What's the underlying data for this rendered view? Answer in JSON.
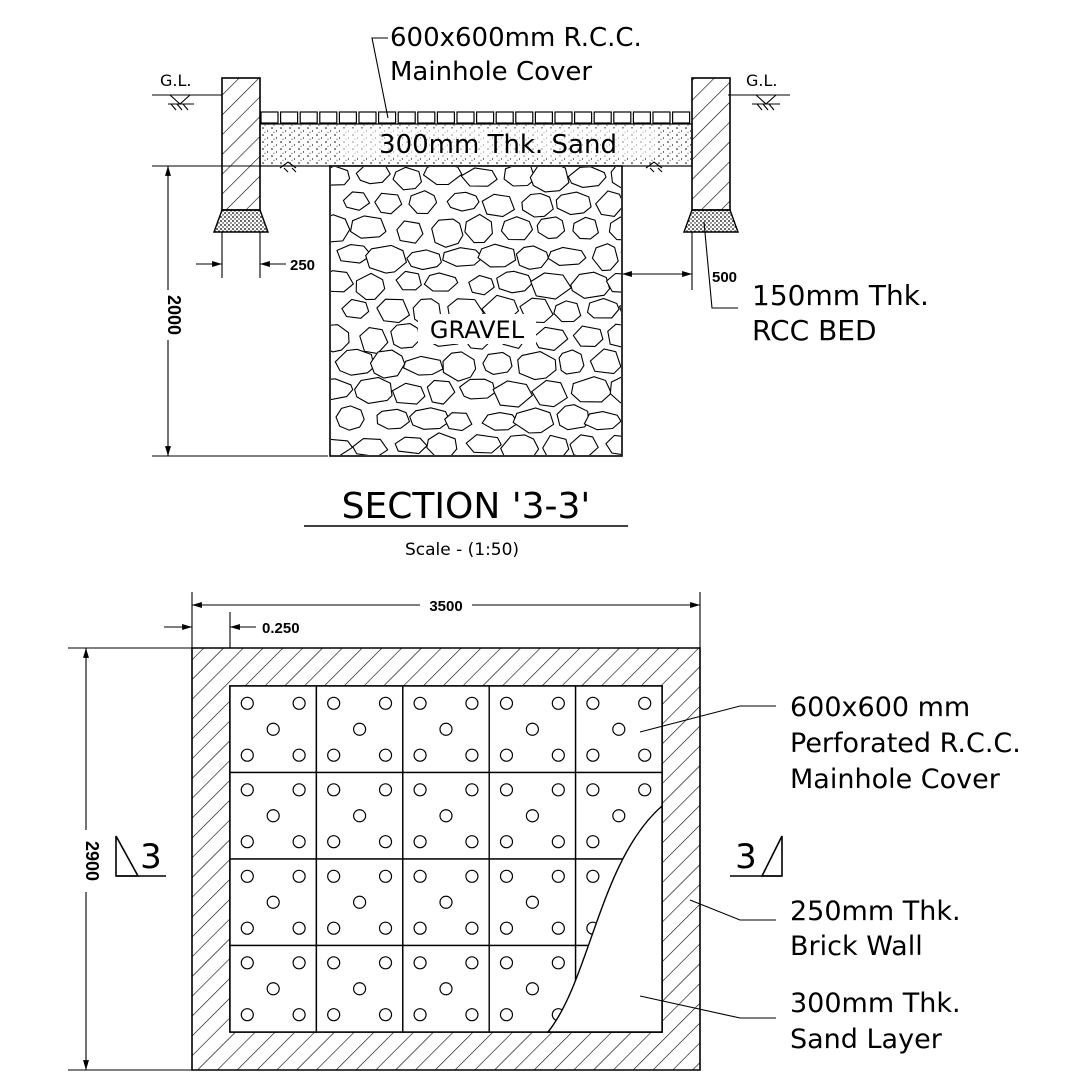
{
  "section": {
    "title": "SECTION '3-3'",
    "scale": "Scale - (1:50)",
    "ground_level": "G.L.",
    "cover_label_line1": "600x600mm R.C.C.",
    "cover_label_line2": "Mainhole Cover",
    "sand_label": "300mm Thk. Sand",
    "gravel_label": "GRAVEL",
    "bed_label_line1": "150mm Thk.",
    "bed_label_line2": "RCC BED",
    "dim_wall": "250",
    "dim_offset": "500",
    "dim_depth": "2000"
  },
  "plan": {
    "dim_width": "3500",
    "dim_wall": "0.250",
    "dim_height": "2900",
    "section_mark": "3",
    "cover_label_line1": "600x600 mm",
    "cover_label_line2": "Perforated R.C.C.",
    "cover_label_line3": "Mainhole Cover",
    "wall_label_line1": "250mm Thk.",
    "wall_label_line2": "Brick Wall",
    "sand_label_line1": "300mm Thk.",
    "sand_label_line2": "Sand Layer"
  }
}
